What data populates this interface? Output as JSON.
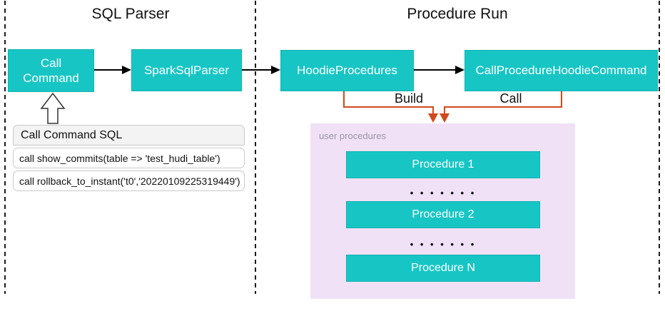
{
  "sections": [
    {
      "title": "SQL Parser"
    },
    {
      "title": "Procedure Run"
    }
  ],
  "nodes": {
    "call_command": "Call\nCommand",
    "spark_sql_parser": "SparkSqlParser",
    "hoodie_procedures": "HoodieProcedures",
    "call_procedure_hoodie_command": "CallProcedureHoodieCommand"
  },
  "sql_panel": {
    "header": "Call Command SQL",
    "rows": [
      "call show_commits(table => 'test_hudi_table')",
      "call rollback_to_instant('t0','20220109225319449')"
    ]
  },
  "edges": {
    "build_label": "Build",
    "call_label": "Call"
  },
  "user_procedures": {
    "label": "user procedures",
    "items": [
      "Procedure 1",
      "Procedure 2",
      "Procedure N"
    ],
    "dots": "• • • • • • •"
  },
  "colors": {
    "node_fill": "#17c6c4",
    "node_border": "#10b2b0",
    "orange_connector": "#d2491c",
    "container_bg": "#f0e1f7",
    "panel_header_bg": "#f3f3f3",
    "panel_border": "#c9c9c9",
    "container_label_gray": "#9c95a4",
    "line_black": "#1a1a1a"
  }
}
